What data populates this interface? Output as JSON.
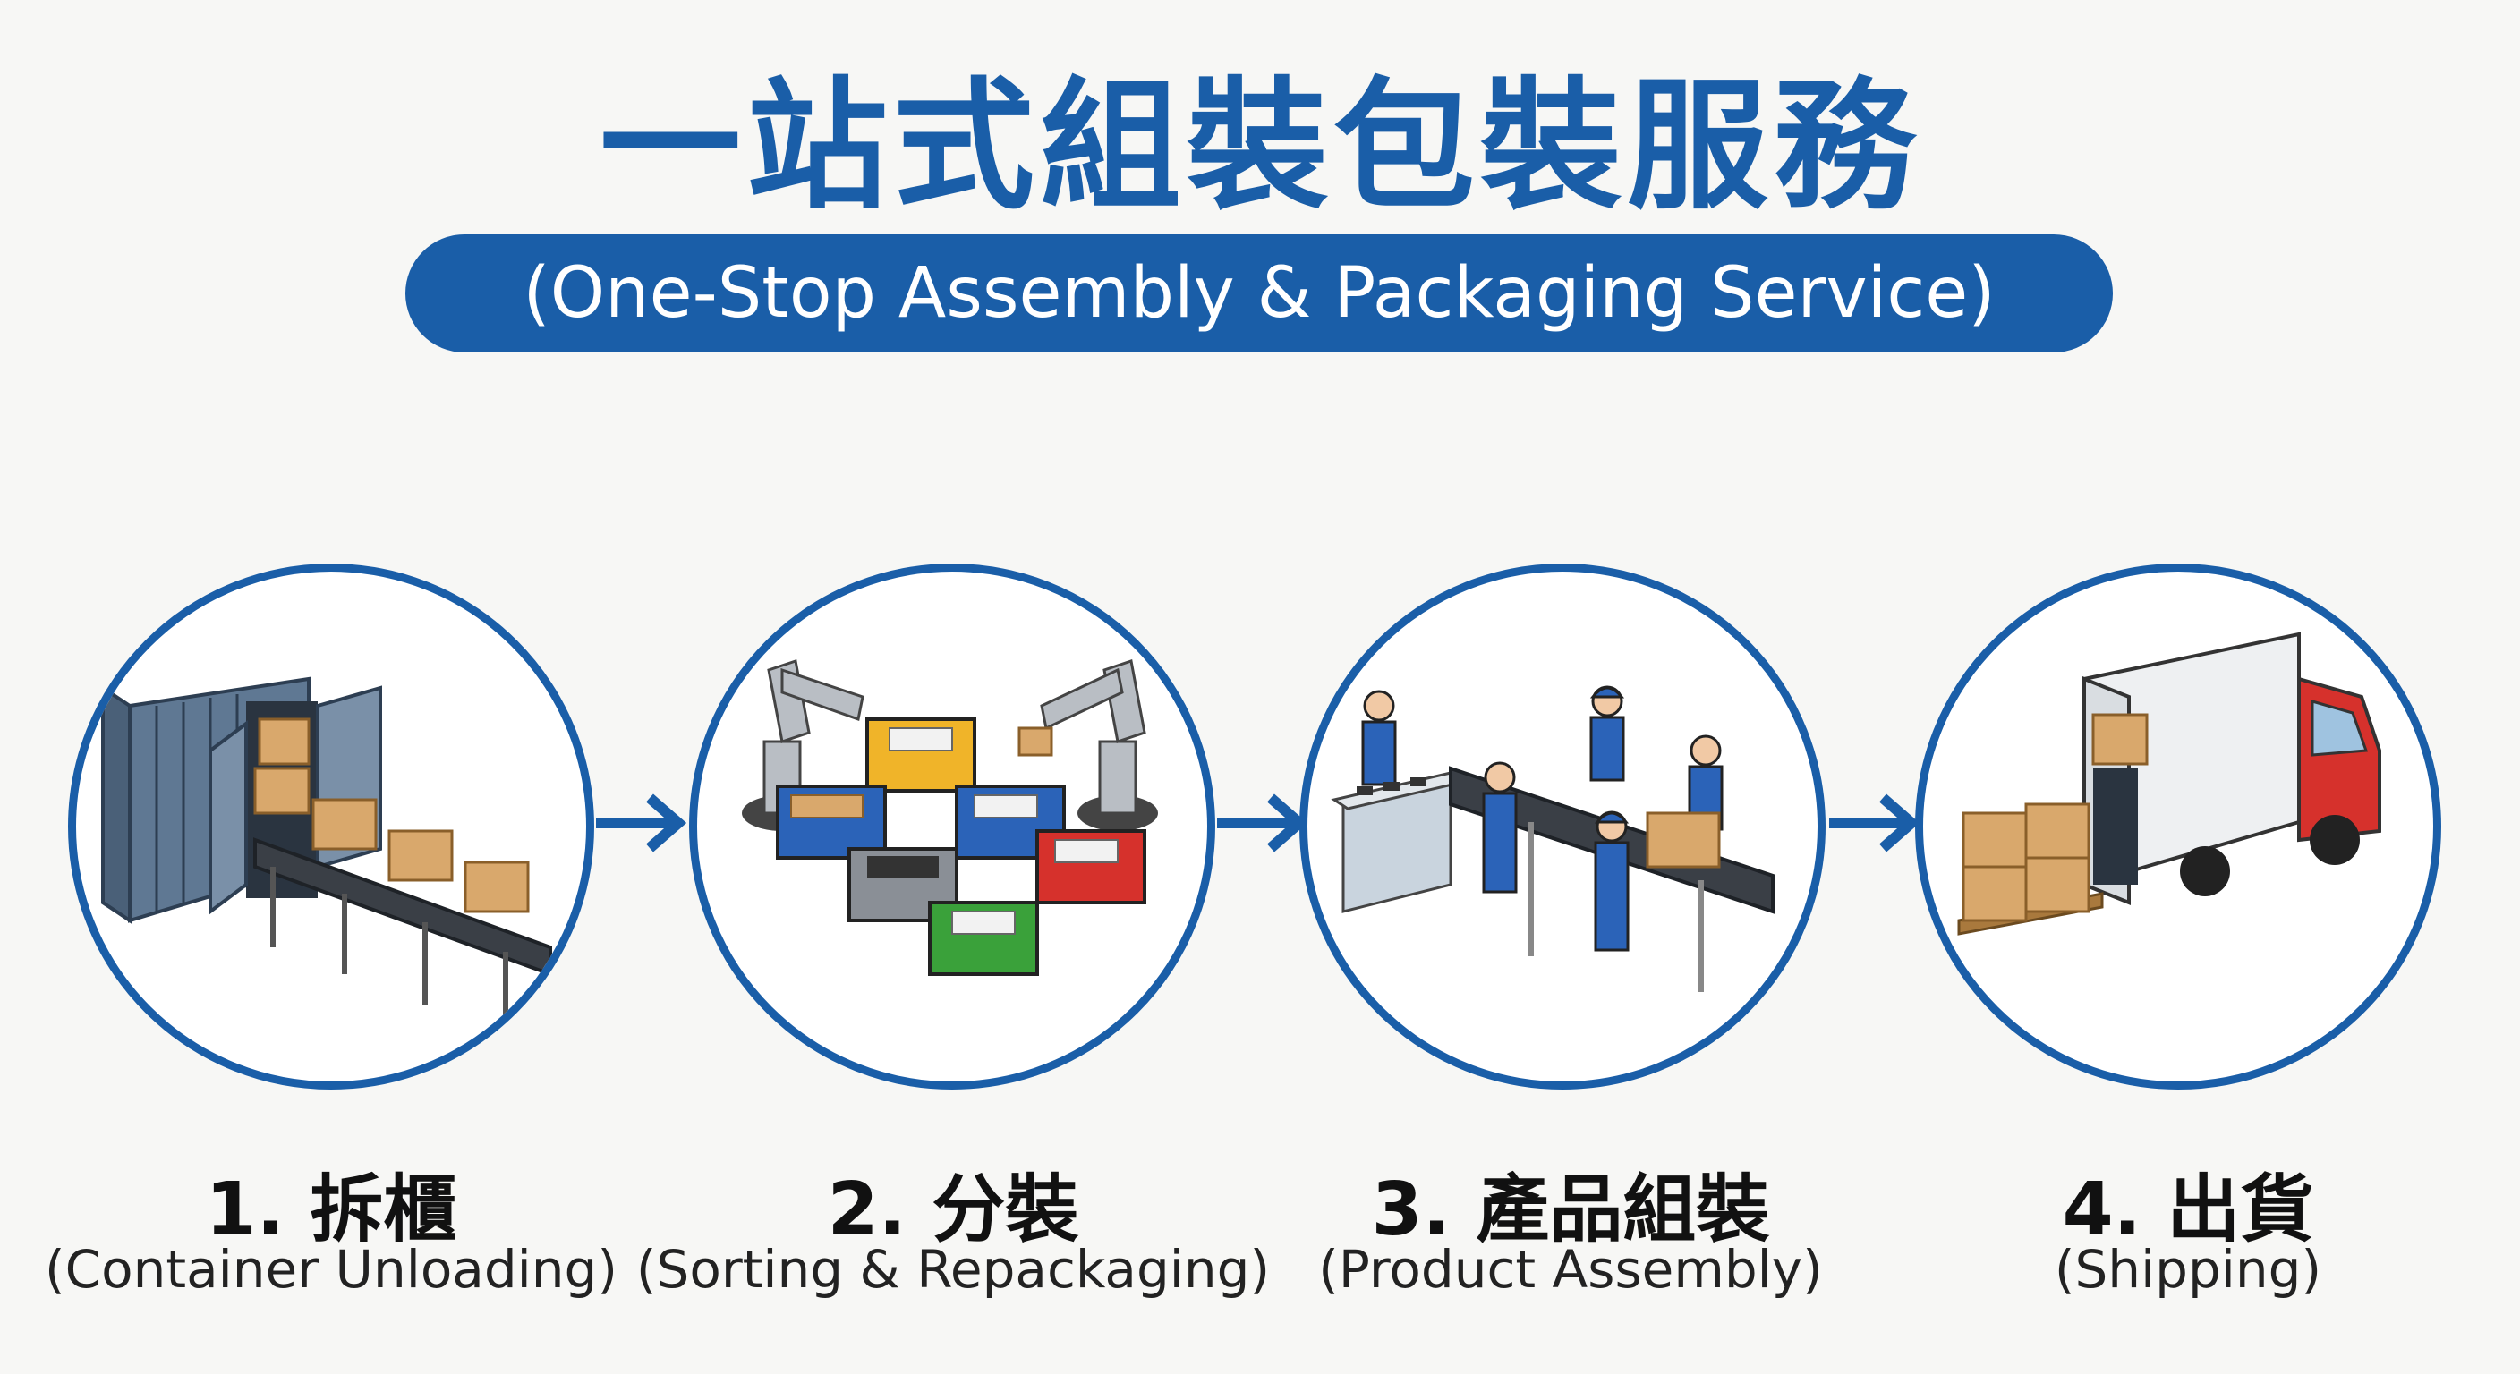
{
  "header": {
    "title": "一站式組裝包裝服務",
    "subtitle": "(One-Stop Assembly & Packaging Service)"
  },
  "steps": [
    {
      "label": "1. 拆櫃",
      "sublabel": "(Container Unloading)",
      "icon": "container-unloading-illustration"
    },
    {
      "label": "2. 分裝",
      "sublabel": "(Sorting & Repackaging)",
      "icon": "sorting-robots-illustration"
    },
    {
      "label": "3. 產品組裝",
      "sublabel": "(Product Assembly)",
      "icon": "assembly-line-illustration"
    },
    {
      "label": "4. 出貨",
      "sublabel": "(Shipping)",
      "icon": "shipping-truck-illustration"
    }
  ],
  "colors": {
    "accent": "#1a5ea8",
    "background": "#f7f7f5",
    "box": "#d9a86c",
    "bin_blue": "#2b63b8",
    "bin_yellow": "#f0b429",
    "bin_red": "#d6312c",
    "bin_green": "#3aa13a",
    "bin_gray": "#8a8f96",
    "truck_cab": "#d6312c"
  }
}
